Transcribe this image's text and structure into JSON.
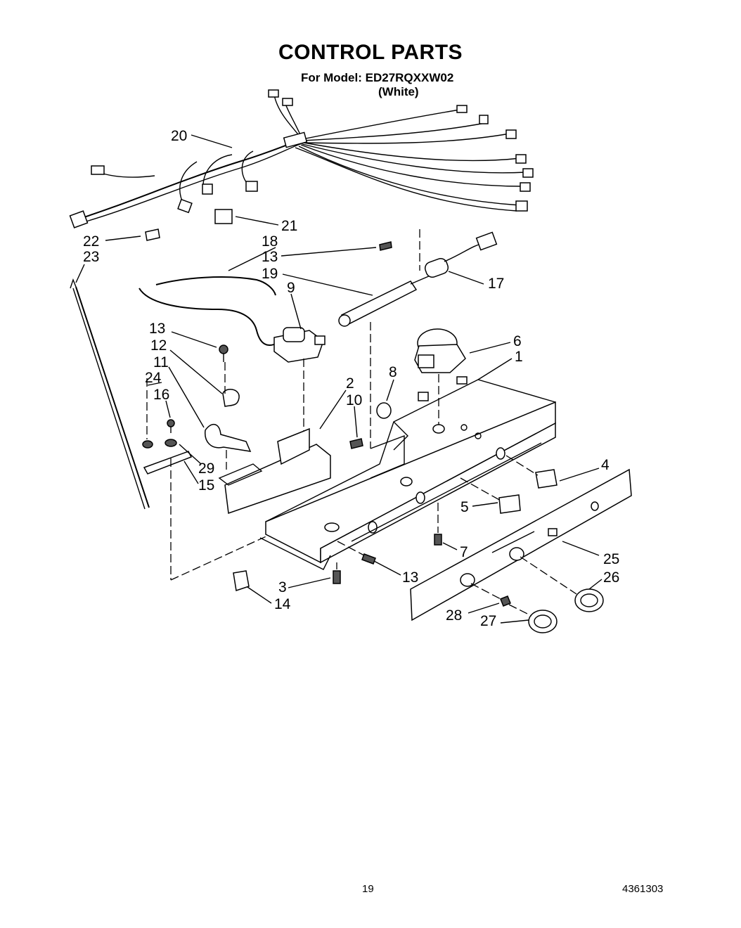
{
  "header": {
    "title": "CONTROL PARTS",
    "model_prefix": "For Model:",
    "model": "ED27RQXXW02",
    "color": "(White)"
  },
  "callouts": [
    "20",
    "21",
    "22",
    "23",
    "18",
    "13",
    "19",
    "17",
    "9",
    "13",
    "12",
    "11",
    "24",
    "16",
    "6",
    "1",
    "8",
    "2",
    "10",
    "29",
    "15",
    "4",
    "5",
    "7",
    "25",
    "26",
    "13",
    "3",
    "14",
    "28",
    "27"
  ],
  "footer": {
    "page_number": "19",
    "doc_number": "4361303"
  }
}
